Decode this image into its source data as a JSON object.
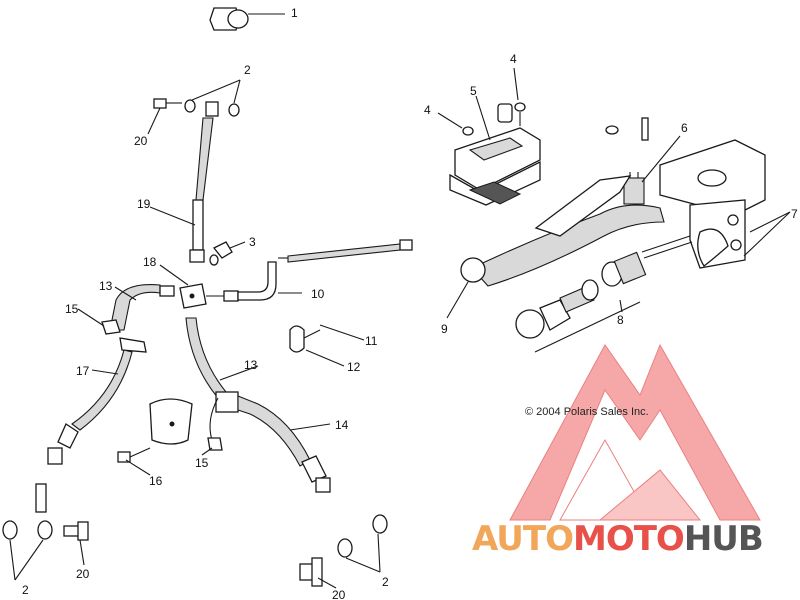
{
  "callouts": {
    "c1": "1",
    "c2a": "2",
    "c2b": "2",
    "c2c": "2",
    "c3": "3",
    "c4a": "4",
    "c4b": "4",
    "c5": "5",
    "c6": "6",
    "c7": "7",
    "c8": "8",
    "c9": "9",
    "c10": "10",
    "c11": "11",
    "c12": "12",
    "c13a": "13",
    "c13b": "13",
    "c14": "14",
    "c15a": "15",
    "c15b": "15",
    "c16": "16",
    "c17": "17",
    "c18": "18",
    "c19": "19",
    "c20a": "20",
    "c20b": "20",
    "c20c": "20"
  },
  "copyright": "© 2004 Polaris Sales Inc.",
  "watermark": {
    "part1": "AUTO",
    "part2": "MOTO",
    "part3": "HUB",
    "colors": {
      "orange": "#f2a65a",
      "red": "#e8504a",
      "gray": "#555555",
      "triangle": "#f26d6d"
    }
  }
}
